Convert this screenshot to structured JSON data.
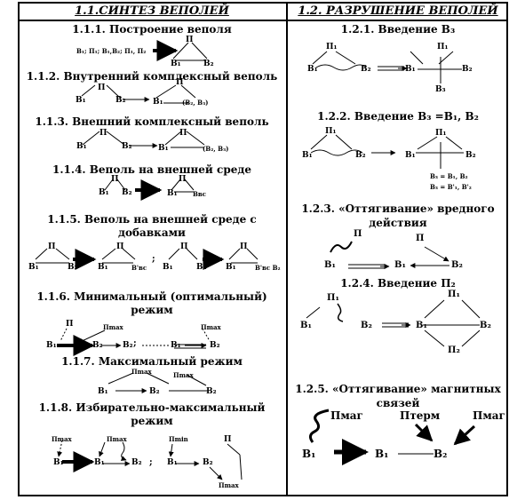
{
  "left": {
    "column_title": "1.1.СИНТЕЗ ВЕПОЛЕЙ",
    "s111": {
      "title": "1.1.1. Построение веполя",
      "given": "В₁; П₁; В₁,В₂; П₁, П₂",
      "p": "П",
      "b1": "В₁",
      "b2": "В₂"
    },
    "s112": {
      "title": "1.1.2. Внутренний комплексный веполь",
      "p": "П",
      "b1": "В₁",
      "b2": "В₂",
      "b1b": "В₁",
      "b2b": "(В₂, В₃)"
    },
    "s113": {
      "title": "1.1.3. Внешний комплексный веполь",
      "p": "П",
      "b1": "В₁",
      "b2": "В₂",
      "b1b": "В₁",
      "b2b": "(В₂, В₃)"
    },
    "s114": {
      "title": "1.1.4. Веполь на внешней среде",
      "p": "П",
      "b1": "В₁",
      "b2": "В₂",
      "b1b": "В₁",
      "b2b": "Ввс"
    },
    "s115": {
      "title_line1": "1.1.5. Веполь на внешней среде с",
      "title_line2": "добавками",
      "p": "П",
      "b1": "В₁",
      "b2": "В₂",
      "bvs": "В'вс",
      "bvsd": "В'вс В₂",
      "sep": ";"
    },
    "s116": {
      "title_line1": "1.1.6. Минимальный (оптимальный)",
      "title_line2": "режим",
      "p": "П",
      "pmax": "Пmax",
      "b1": "В₁",
      "b2": "В₂",
      "sep": ";"
    },
    "s117": {
      "title": "1.1.7. Максимальный режим",
      "pmax": "Пmax",
      "b1": "В₁",
      "b2": "В₂"
    },
    "s118": {
      "title_line1": "1.1.8. Избирательно-максимальный",
      "title_line2": "режим",
      "pmax": "Пmax",
      "pmin": "Пmin",
      "p": "П",
      "b1": "В₁",
      "b2": "В₂",
      "sep": ";"
    }
  },
  "right": {
    "column_title": "1.2. РАЗРУШЕНИЕ ВЕПОЛЕЙ",
    "s121": {
      "title": "1.2.1. Введение В₃",
      "p": "П₁",
      "b1": "В₁",
      "b2": "В₂",
      "b3": "В₃"
    },
    "s122": {
      "title": "1.2.2. Введение В₃ =В₁, В₂",
      "p": "П₁",
      "b1": "В₁",
      "b2": "В₂",
      "note1": "В₃ = В₁, В₂",
      "note2": "В₃ = В'₁, В'₂"
    },
    "s123": {
      "title_line1": "1.2.3. «Оттягивание» вредного",
      "title_line2": "действия",
      "p": "П",
      "b1": "В₁",
      "b2": "В₂"
    },
    "s124": {
      "title": "1.2.4. Введение П₂",
      "p1": "П₁",
      "p2": "П₂",
      "b1": "В₁",
      "b2": "В₂"
    },
    "s125": {
      "title_line1": "1.2.5. «Оттягивание» магнитных",
      "title_line2": "связей",
      "pmag": "Пмаг",
      "pterm": "Птерм",
      "b1": "В₁",
      "b2": "В₂"
    }
  }
}
